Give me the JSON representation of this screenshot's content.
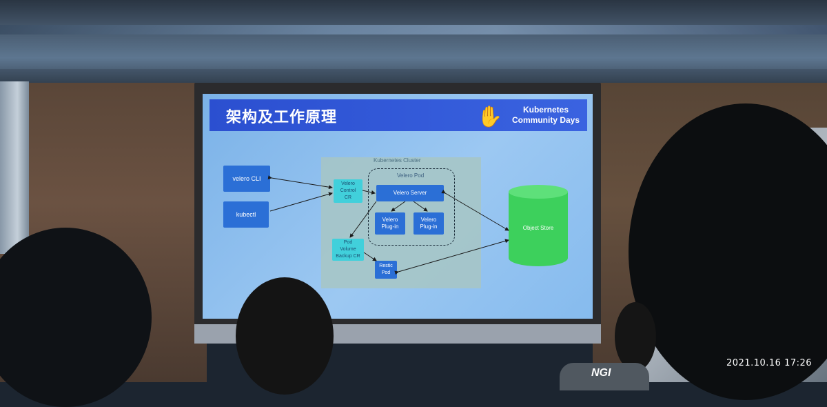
{
  "slide": {
    "title": "架构及工作原理",
    "logo_text_line1": "Kubernetes",
    "logo_text_line2": "Community Days",
    "logo_icon": "raised-hands-icon"
  },
  "diagram": {
    "cluster_label": "Kubernetes Cluster",
    "pod_label": "Velero Pod",
    "velero_cli": "velero CLI",
    "kubectl": "kubectl",
    "control_cr": "Velero\nControl\nCR",
    "server": "Velero Server",
    "plugin_1": "Velero\nPlug-in",
    "plugin_2": "Velero\nPlug-in",
    "pod_volume_cr": "Pod\nVolume\nBackup CR",
    "restic_pod": "Restic\nPod",
    "object_store": "Object Store"
  },
  "overlay": {
    "timestamp": "2021.10.16 17:26",
    "shirt_text": "NGI"
  },
  "colors": {
    "screen": "#8fbef0",
    "title_bar": "#2f56d6",
    "node_blue": "#2b6fd6",
    "node_teal": "#41d0db",
    "object_store": "#3dd05c"
  }
}
